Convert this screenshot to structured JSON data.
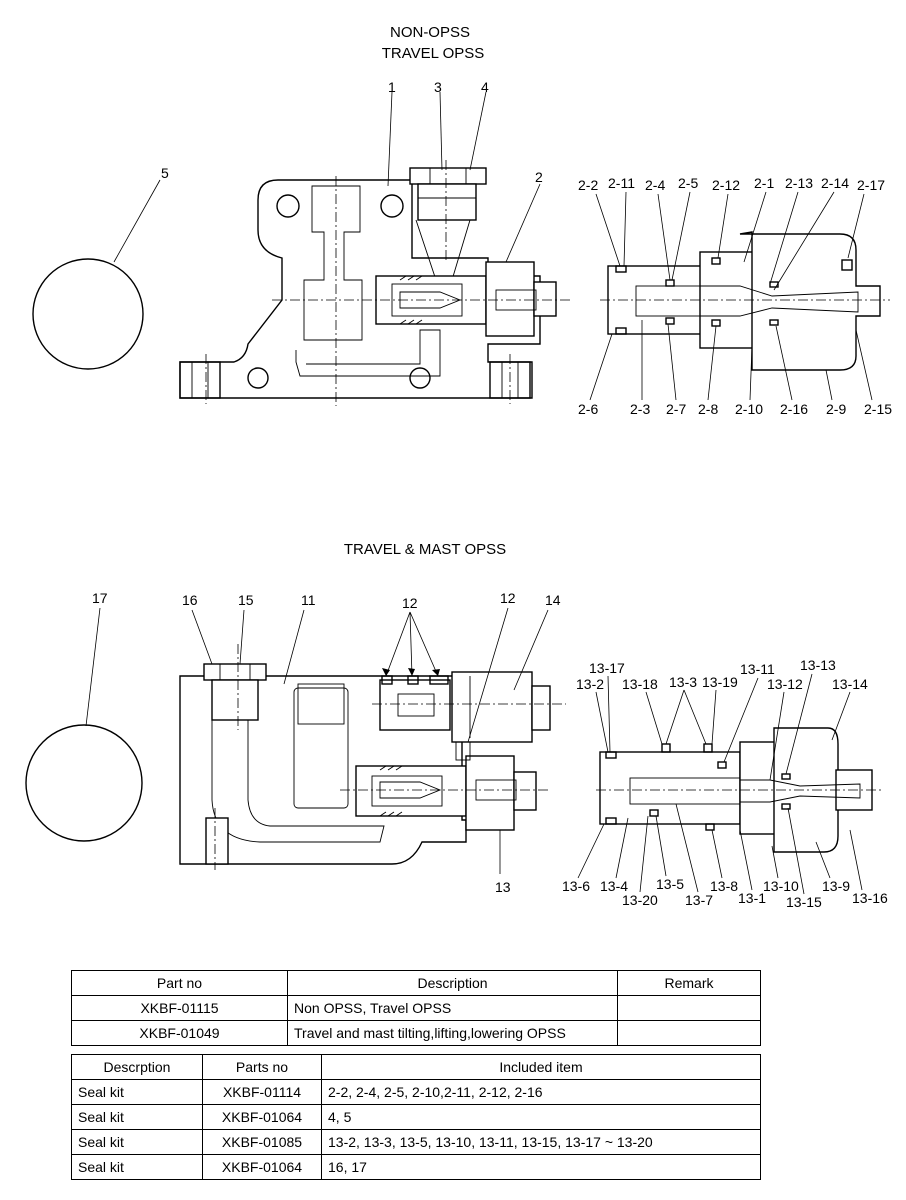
{
  "section1": {
    "title_line1": "NON-OPSS",
    "title_line2": "TRAVEL OPSS",
    "labels": [
      "1",
      "3",
      "4",
      "5",
      "2"
    ],
    "detail_labels": [
      "2-2",
      "2-11",
      "2-4",
      "2-5",
      "2-12",
      "2-1",
      "2-13",
      "2-14",
      "2-17",
      "2-6",
      "2-3",
      "2-7",
      "2-8",
      "2-10",
      "2-16",
      "2-9",
      "2-15"
    ]
  },
  "section2": {
    "title": "TRAVEL & MAST OPSS",
    "labels": [
      "17",
      "16",
      "15",
      "11",
      "12",
      "12",
      "14",
      "13"
    ],
    "detail_labels": [
      "13-17",
      "13-2",
      "13-18",
      "13-3",
      "13-19",
      "13-11",
      "13-13",
      "13-12",
      "13-14",
      "13-6",
      "13-4",
      "13-20",
      "13-5",
      "13-7",
      "13-8",
      "13-1",
      "13-10",
      "13-15",
      "13-9",
      "13-16"
    ]
  },
  "table1": {
    "headers": [
      "Part no",
      "Description",
      "Remark"
    ],
    "rows": [
      [
        "XKBF-01115",
        "Non OPSS, Travel OPSS",
        ""
      ],
      [
        "XKBF-01049",
        "Travel and mast tilting,lifting,lowering OPSS",
        ""
      ]
    ]
  },
  "table2": {
    "headers": [
      "Descrption",
      "Parts no",
      "Included item"
    ],
    "rows": [
      [
        "Seal kit",
        "XKBF-01114",
        "2-2, 2-4, 2-5, 2-10,2-11, 2-12, 2-16"
      ],
      [
        "Seal kit",
        "XKBF-01064",
        "4, 5"
      ],
      [
        "Seal kit",
        "XKBF-01085",
        "13-2, 13-3, 13-5, 13-10, 13-11, 13-15, 13-17 ~ 13-20"
      ],
      [
        "Seal kit",
        "XKBF-01064",
        "16, 17"
      ]
    ]
  }
}
